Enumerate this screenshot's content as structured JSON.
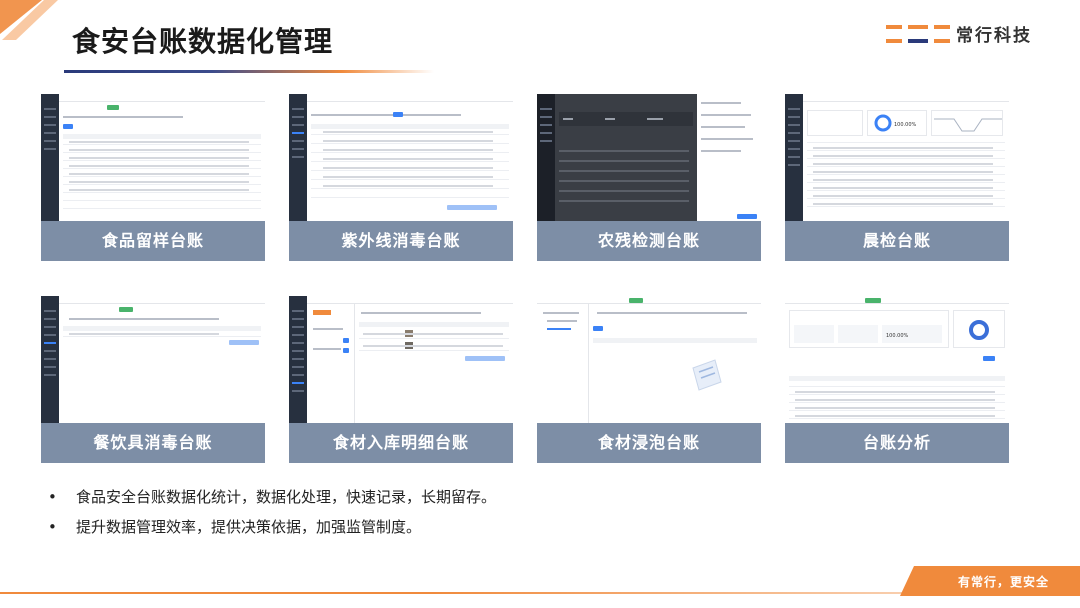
{
  "title": "食安台账数据化管理",
  "logo": {
    "text": "常行科技",
    "icon": "brand-logo-icon"
  },
  "colors": {
    "accent": "#f08a3c",
    "navy": "#2a3a7a",
    "label_bg": "#7d8ea6"
  },
  "cards": [
    {
      "label": "食品留样台账"
    },
    {
      "label": "紫外线消毒台账"
    },
    {
      "label": "农残检测台账"
    },
    {
      "label": "晨检台账"
    },
    {
      "label": "餐饮具消毒台账"
    },
    {
      "label": "食材入库明细台账"
    },
    {
      "label": "食材浸泡台账"
    },
    {
      "label": "台账分析"
    }
  ],
  "bullets": [
    "食品安全台账数据化统计，数据化处理，快速记录，长期留存。",
    "提升数据管理效率，提供决策依据，加强监管制度。"
  ],
  "card4_stats": {
    "percent": "100.00%"
  },
  "card8_stats": {
    "percent": "100.00%"
  },
  "footer": {
    "slogan": "有常行，更安全"
  }
}
